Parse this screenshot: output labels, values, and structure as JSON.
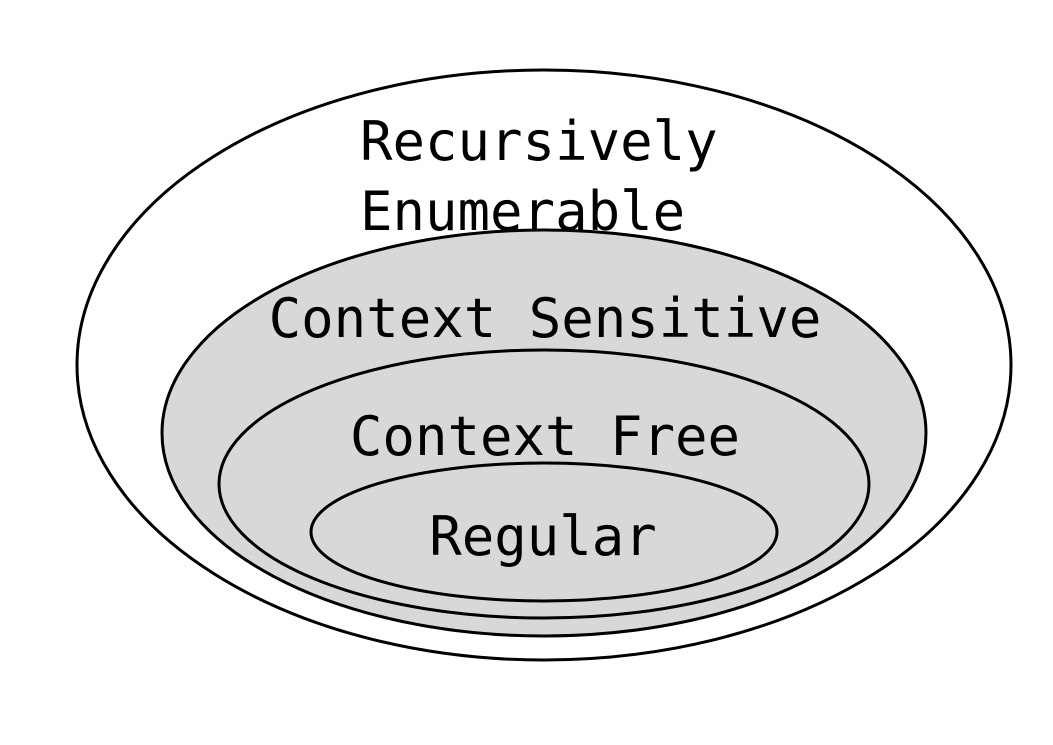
{
  "diagram": {
    "regions": [
      {
        "id": "recursively-enumerable",
        "label_lines": [
          "Recursively",
          "Enumerable"
        ],
        "fill": "#ffffff"
      },
      {
        "id": "context-sensitive",
        "label_lines": [
          "Context Sensitive"
        ],
        "fill": "#d8d8d8"
      },
      {
        "id": "context-free",
        "label_lines": [
          "Context Free"
        ],
        "fill": "#d8d8d8"
      },
      {
        "id": "regular",
        "label_lines": [
          "Regular"
        ],
        "fill": "#d8d8d8"
      }
    ],
    "stroke_color": "#000000"
  }
}
